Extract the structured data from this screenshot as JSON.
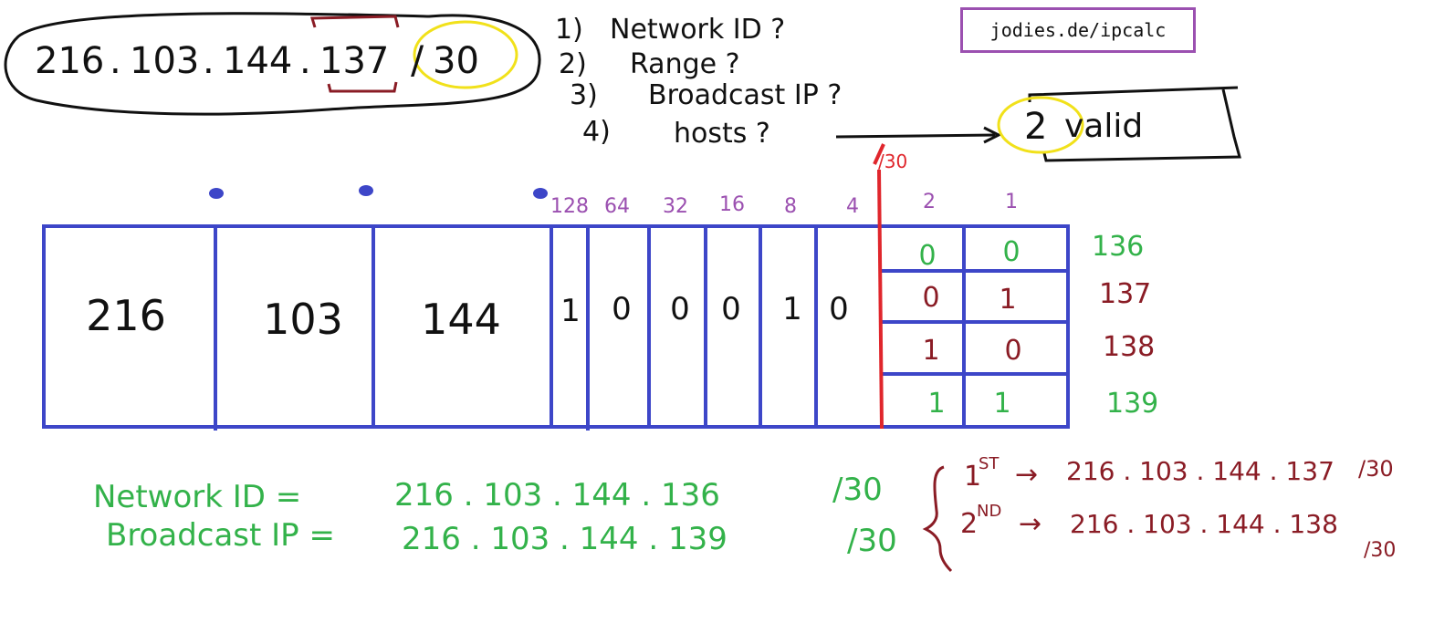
{
  "ip": {
    "octets": [
      "216",
      "103",
      "144",
      "137"
    ],
    "prefix": "30",
    "dot": "."
  },
  "questions": [
    {
      "num": "1)",
      "text": "Network ID ?"
    },
    {
      "num": "2)",
      "text": "Range ?"
    },
    {
      "num": "3)",
      "text": "Broadcast IP ?"
    },
    {
      "num": "4)",
      "text": "hosts ?"
    }
  ],
  "hosts_answer": {
    "count": "2",
    "word": "valid"
  },
  "reference_link": "jodies.de/ipcalc",
  "boundary_label": "/30",
  "bit_weights": [
    "128",
    "64",
    "32",
    "16",
    "8",
    "4",
    "2",
    "1"
  ],
  "octet_cells": [
    "216",
    "103",
    "144"
  ],
  "fixed_bits": [
    "1",
    "0",
    "0",
    "0",
    "1",
    "0"
  ],
  "host_rows": [
    {
      "bits": [
        "0",
        "0"
      ],
      "value": "136"
    },
    {
      "bits": [
        "0",
        "1"
      ],
      "value": "137"
    },
    {
      "bits": [
        "1",
        "0"
      ],
      "value": "138"
    },
    {
      "bits": [
        "1",
        "1"
      ],
      "value": "139"
    }
  ],
  "results": {
    "network_label": "Network ID =",
    "network_value": "216 . 103 . 144 . 136",
    "network_prefix": "/30",
    "broadcast_label": "Broadcast IP =",
    "broadcast_value": "216 . 103 . 144 . 139",
    "broadcast_prefix": "/30"
  },
  "usable_hosts": [
    {
      "ordinal": "1",
      "suffix": "ST",
      "arrow": "→",
      "address": "216 . 103 . 144 . 137",
      "prefix": "/30"
    },
    {
      "ordinal": "2",
      "suffix": "ND",
      "arrow": "→",
      "address": "216 . 103 . 144 . 138",
      "prefix": "/30"
    }
  ],
  "colors": {
    "blue": "#3d46c8",
    "red": "#e0262c",
    "green": "#33b24a",
    "maroon": "#8a1c25",
    "yellow": "#f1e11a",
    "purple": "#9b50b0",
    "ink": "#111111"
  }
}
